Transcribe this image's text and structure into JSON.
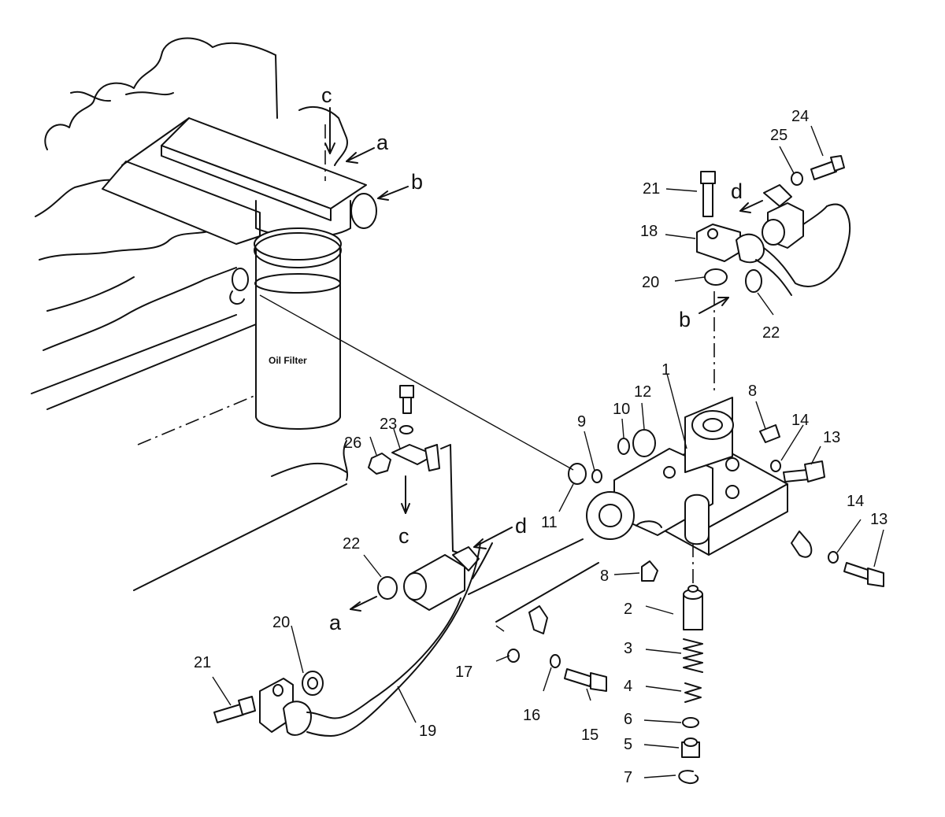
{
  "filter_label": "Oil Filter",
  "part_numbers": [
    "1",
    "2",
    "3",
    "4",
    "5",
    "6",
    "7",
    "8",
    "8",
    "9",
    "10",
    "11",
    "12",
    "13",
    "13",
    "14",
    "14",
    "15",
    "16",
    "17",
    "18",
    "19",
    "20",
    "20",
    "21",
    "21",
    "22",
    "22",
    "23",
    "24",
    "25",
    "26"
  ],
  "reference_letters": [
    "a",
    "a",
    "b",
    "b",
    "c",
    "c",
    "d",
    "d"
  ]
}
